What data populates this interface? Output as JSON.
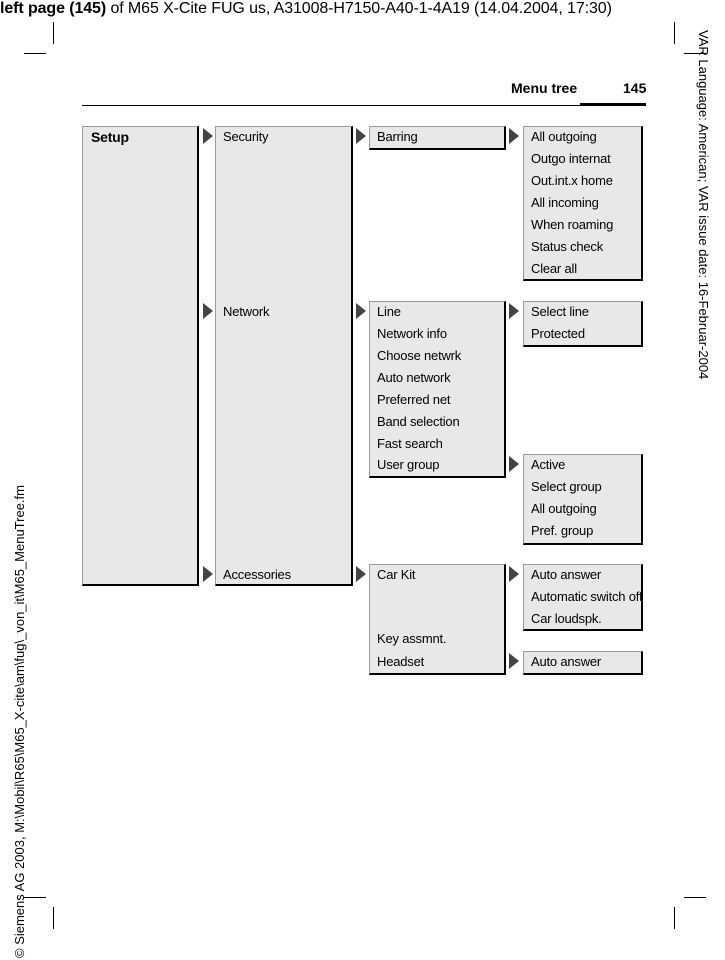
{
  "header": {
    "prefix": "left page (145)",
    "rest": " of M65 X-Cite FUG us, A31008-H7150-A40-1-4A19 (14.04.2004, 17:30)"
  },
  "side_left": "© Siemens AG 2003, M:\\Mobil\\R65\\M65_X-cite\\am\\fug\\_von_it\\M65_MenuTree.fm",
  "side_right": "VAR Language: American; VAR issue date: 16-Februar-2004",
  "running_title": "Menu tree",
  "page_number": "145",
  "menu": {
    "root": "Setup",
    "level1": [
      "Security",
      "Network",
      "Accessories"
    ],
    "security": {
      "level2": [
        "Barring"
      ],
      "barring": [
        "All outgoing",
        "Outgo internat",
        "Out.int.x home",
        "All incoming",
        "When roaming",
        "Status check",
        "Clear all"
      ]
    },
    "network": {
      "level2": [
        "Line",
        "Network info",
        "Choose netwrk",
        "Auto network",
        "Preferred net",
        "Band selection",
        "Fast search",
        "User group"
      ],
      "line": [
        "Select line",
        "Protected"
      ],
      "user_group": [
        "Active",
        "Select group",
        "All outgoing",
        "Pref. group"
      ]
    },
    "accessories": {
      "level2": [
        "Car Kit",
        "Key assmnt.",
        "Headset"
      ],
      "car_kit": [
        "Auto answer",
        "Automatic switch off",
        "Car loudspk."
      ],
      "headset": [
        "Auto answer"
      ]
    }
  }
}
